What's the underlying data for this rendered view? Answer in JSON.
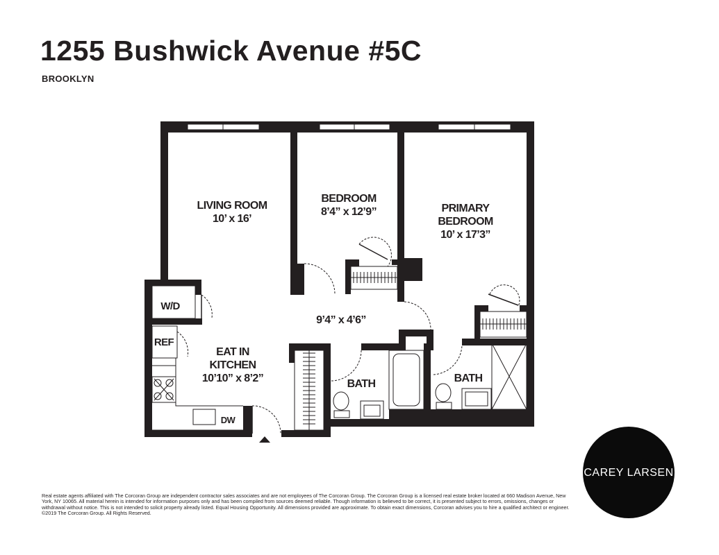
{
  "header": {
    "title": "1255 Bushwick Avenue #5C",
    "subtitle": "BROOKLYN"
  },
  "rooms": {
    "living_room": {
      "name": "LIVING ROOM",
      "dims": "10’ x 16’"
    },
    "bedroom": {
      "name": "BEDROOM",
      "dims": "8’4” x 12’9”"
    },
    "primary_bedroom": {
      "name_line1": "PRIMARY",
      "name_line2": "BEDROOM",
      "dims": "10’ x 17’3”"
    },
    "hall": {
      "dims": "9’4” x 4’6”"
    },
    "kitchen": {
      "name_line1": "EAT IN",
      "name_line2": "KITCHEN",
      "dims": "10’10” x 8’2”"
    },
    "bath1": {
      "name": "BATH"
    },
    "bath2": {
      "name": "BATH"
    }
  },
  "fixtures": {
    "washer_dryer": "W/D",
    "refrigerator": "REF",
    "dishwasher": "DW"
  },
  "disclaimer": "Real estate agents affiliated with The Corcoran Group are independent contractor sales associates and are not employees of The Corcoran Group. The Corcoran Group is a licensed real estate broker located at 660 Madison Avenue, New York, NY 10065. All material herein is intended for information purposes only and has been compiled from sources deemed reliable. Though information is believed to be correct, it is presented subject to errors, omissions, changes or withdrawal without notice. This is not intended to solicit property already listed. Equal Housing Opportunity. All dimensions provided are approximate. To obtain exact dimensions, Corcoran advises you to hire a qualified architect or engineer. ©2019 The Corcoran Group. All Rights Reserved.",
  "logo": {
    "text": "CAREY LARSEN"
  },
  "colors": {
    "wall": "#231f20",
    "logo_bg": "#0b0b0b",
    "logo_text": "#ffffff"
  }
}
